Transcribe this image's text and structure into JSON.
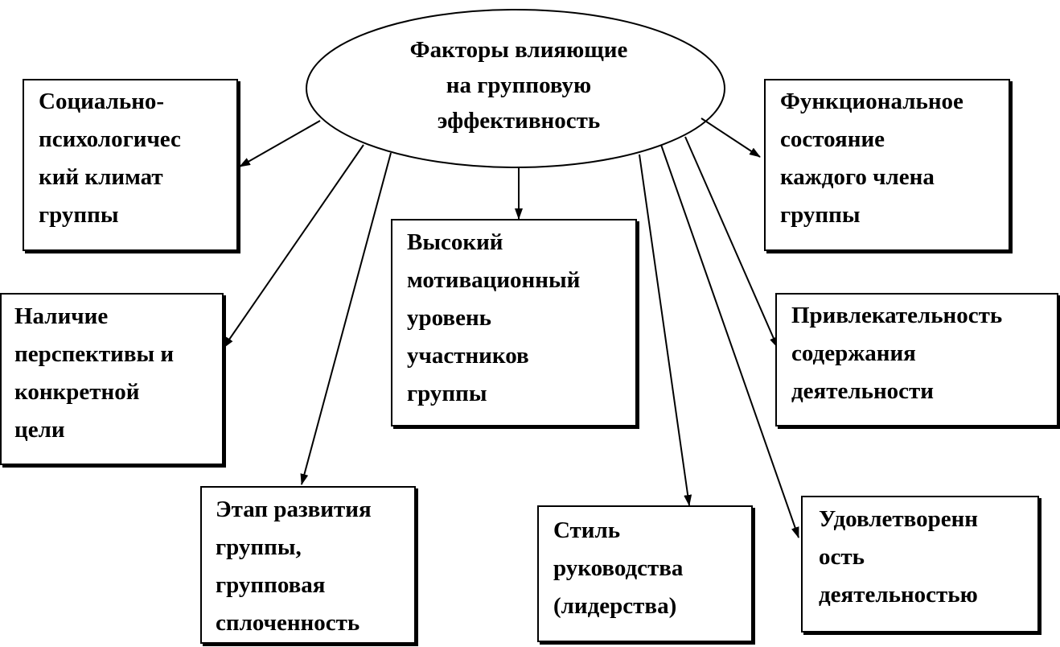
{
  "center": {
    "title": "Факторы влияющие\nна групповую\nэффективность"
  },
  "factors": {
    "climate": "Социально-\nпсихологичес\nкий климат\nгруппы",
    "perspective": "Наличие\nперспективы и\nконкретной\nцели",
    "stage": "Этап развития\nгруппы,\nгрупповая\nсплоченность",
    "motivation": "Высокий\nмотивационный\nуровень\nучастников\nгруппы",
    "leadership": "Стиль\nруководства\n(лидерства)",
    "satisfaction": "Удовлетворенн\nость\nдеятельностью",
    "attractiveness": "Привлекательность\nсодержания\nдеятельности",
    "functional_state": "Функциональное\nсостояние\nкаждого члена\nгруппы"
  }
}
